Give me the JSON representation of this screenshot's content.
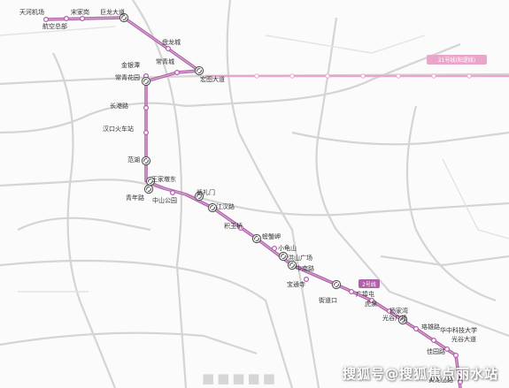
{
  "colors": {
    "line2": "#b05fa8",
    "line2_light": "#d6a9d1",
    "line21": "#e9a6c9",
    "bg_line": "#d4d4d4"
  },
  "station_icon": "interchange-ring-icon",
  "line2_stations": [
    {
      "id": "s01",
      "name": "天河机场"
    },
    {
      "id": "s02",
      "name": "航空总部"
    },
    {
      "id": "s03",
      "name": "宋家岗"
    },
    {
      "id": "s04",
      "name": "巨龙大道"
    },
    {
      "id": "s05",
      "name": "盘龙城"
    },
    {
      "id": "s06",
      "name": "宏图大道"
    },
    {
      "id": "s07",
      "name": "常青城"
    },
    {
      "id": "s08",
      "name": "金银潭"
    },
    {
      "id": "s09",
      "name": "常青花园"
    },
    {
      "id": "s10",
      "name": "长港路"
    },
    {
      "id": "s11",
      "name": "汉口火车站"
    },
    {
      "id": "s12",
      "name": "范湖"
    },
    {
      "id": "s13",
      "name": "王家墩东"
    },
    {
      "id": "s14",
      "name": "青年路"
    },
    {
      "id": "s15",
      "name": "中山公园"
    },
    {
      "id": "s16",
      "name": "循礼门"
    },
    {
      "id": "s17",
      "name": "江汉路"
    },
    {
      "id": "s18",
      "name": "积玉桥"
    },
    {
      "id": "s19",
      "name": "螃蟹岬"
    },
    {
      "id": "s20",
      "name": "小龟山"
    },
    {
      "id": "s21",
      "name": "洪山广场"
    },
    {
      "id": "s22",
      "name": "中南路"
    },
    {
      "id": "s23",
      "name": "宝通寺"
    },
    {
      "id": "s24",
      "name": "街道口"
    },
    {
      "id": "s25",
      "name": "广埠屯"
    },
    {
      "id": "s26",
      "name": "虎泉"
    },
    {
      "id": "s27",
      "name": "杨家湾"
    },
    {
      "id": "s28",
      "name": "光谷广场"
    },
    {
      "id": "s29",
      "name": "珞雄路"
    },
    {
      "id": "s30",
      "name": "华中科技大学"
    },
    {
      "id": "s31",
      "name": "光谷大道"
    },
    {
      "id": "s32",
      "name": "佳园路"
    },
    {
      "id": "s33",
      "name": "黄龙山路"
    }
  ],
  "line21_label": "21号线(阳逻线)",
  "line2_badge": "2号线",
  "watermark": "搜狐号@搜狐焦点丽水站"
}
